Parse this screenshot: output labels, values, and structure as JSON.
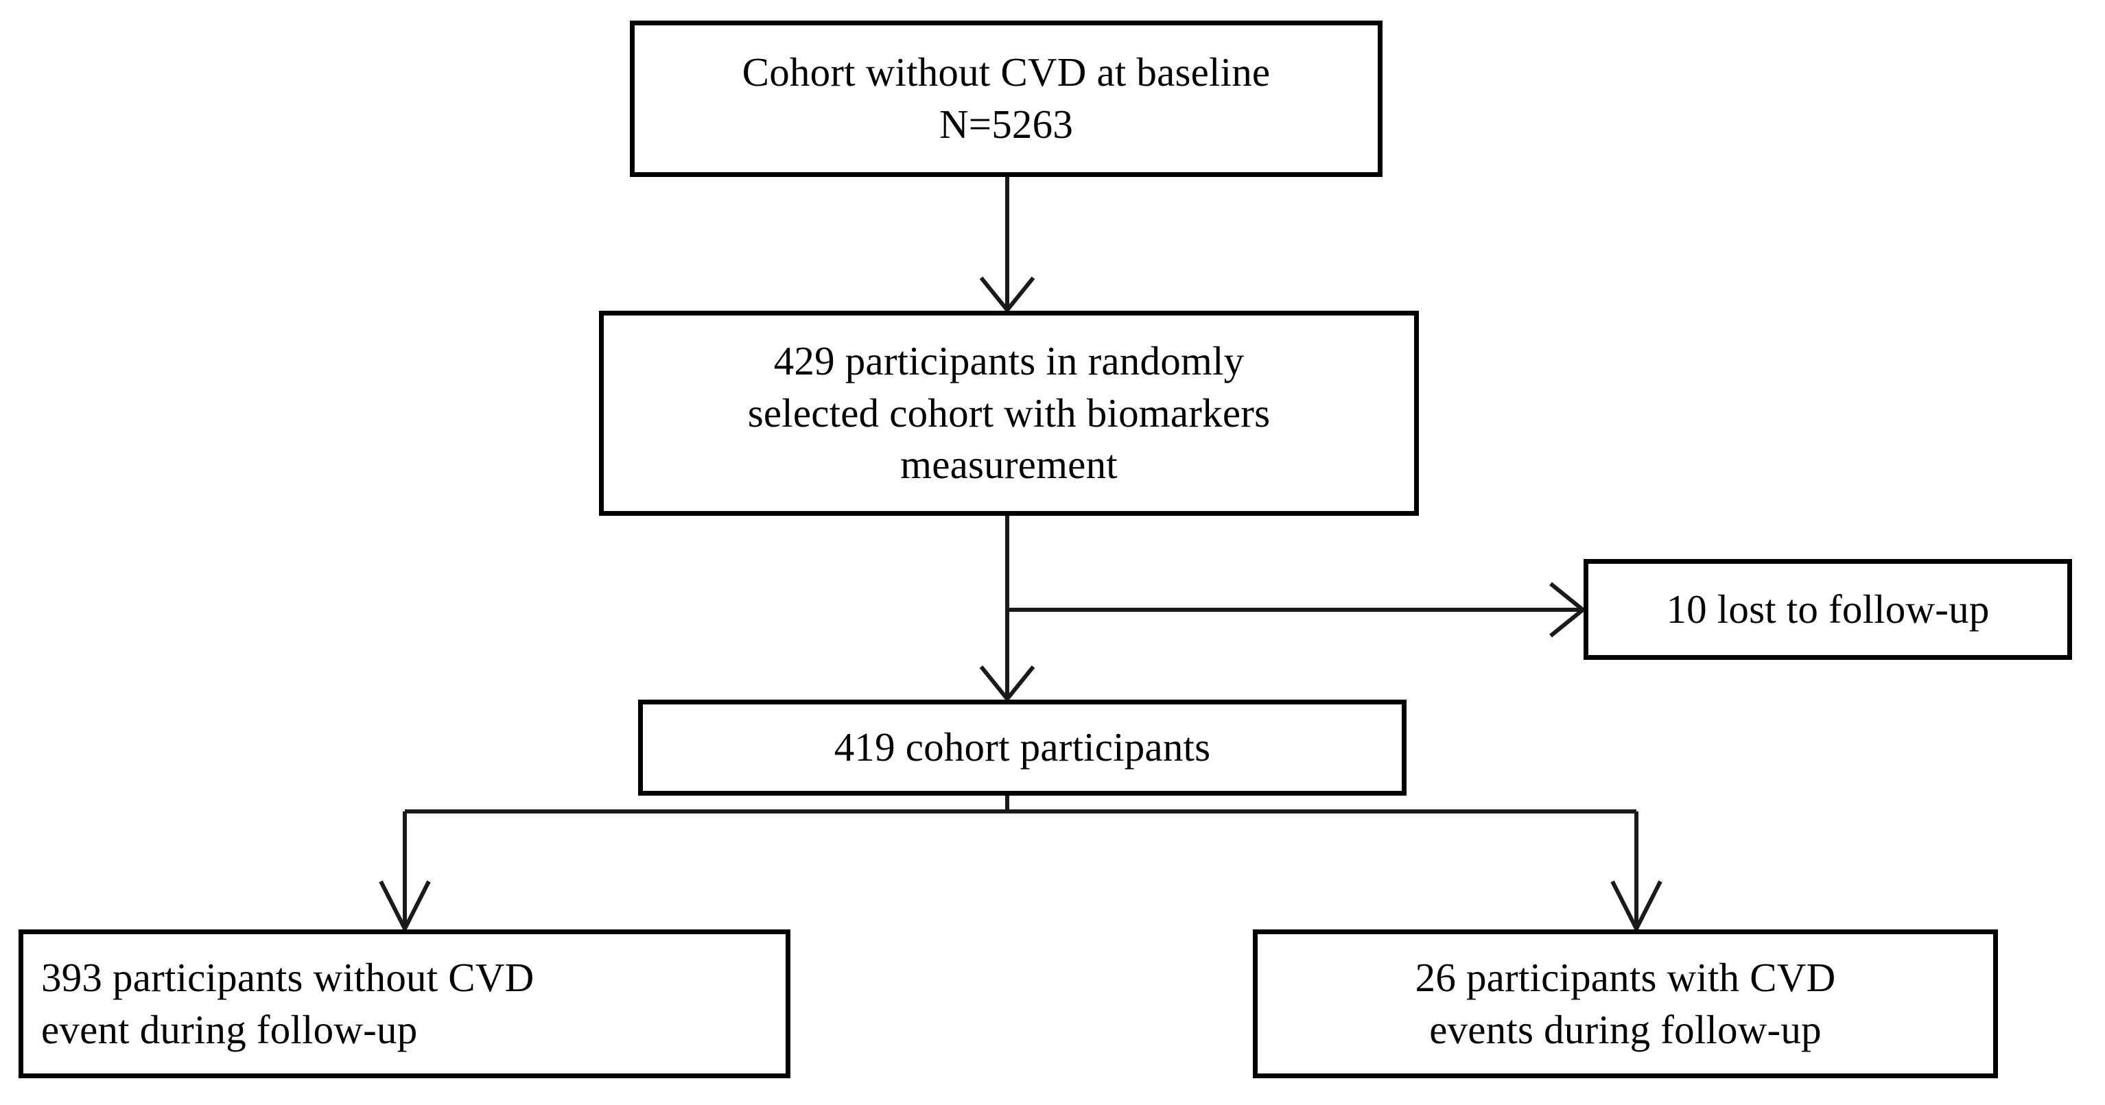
{
  "diagram": {
    "type": "participant-flow-diagram",
    "title": "Cohort participant flow",
    "background_color": "#ffffff",
    "line_color": "#1a1a1a",
    "text_color": "#000000",
    "nodes": [
      {
        "id": "baseline-cohort",
        "text": "Cohort without CVD at baseline\nN=5263",
        "count": 5263,
        "align": "center"
      },
      {
        "id": "biomarker-cohort",
        "text": "429 participants in randomly\nselected cohort with biomarkers\nmeasurement",
        "count": 429,
        "align": "center"
      },
      {
        "id": "lost-followup",
        "text": "10 lost to follow-up",
        "count": 10,
        "align": "center"
      },
      {
        "id": "cohort-419",
        "text": "419 cohort participants",
        "count": 419,
        "align": "center"
      },
      {
        "id": "no-cvd-event",
        "text": "393 participants without CVD\nevent during follow-up",
        "count": 393,
        "align": "left"
      },
      {
        "id": "cvd-event",
        "text": "26 participants with CVD\nevents during follow-up",
        "count": 26,
        "align": "center"
      }
    ],
    "edges": [
      {
        "id": "edge-baseline-to-biomarker",
        "from": "baseline-cohort",
        "to": "biomarker-cohort",
        "arrowhead": "open-v",
        "direction": "down"
      },
      {
        "id": "edge-biomarker-to-lost",
        "from": "biomarker-cohort",
        "to": "lost-followup",
        "arrowhead": "open-v",
        "direction": "right"
      },
      {
        "id": "edge-biomarker-to-419",
        "from": "biomarker-cohort",
        "to": "cohort-419",
        "arrowhead": "open-v",
        "direction": "down"
      },
      {
        "id": "edge-419-to-no-cvd",
        "from": "cohort-419",
        "to": "no-cvd-event",
        "arrowhead": "open-v",
        "direction": "down-left"
      },
      {
        "id": "edge-419-to-cvd",
        "from": "cohort-419",
        "to": "cvd-event",
        "arrowhead": "open-v",
        "direction": "down-right"
      }
    ]
  }
}
